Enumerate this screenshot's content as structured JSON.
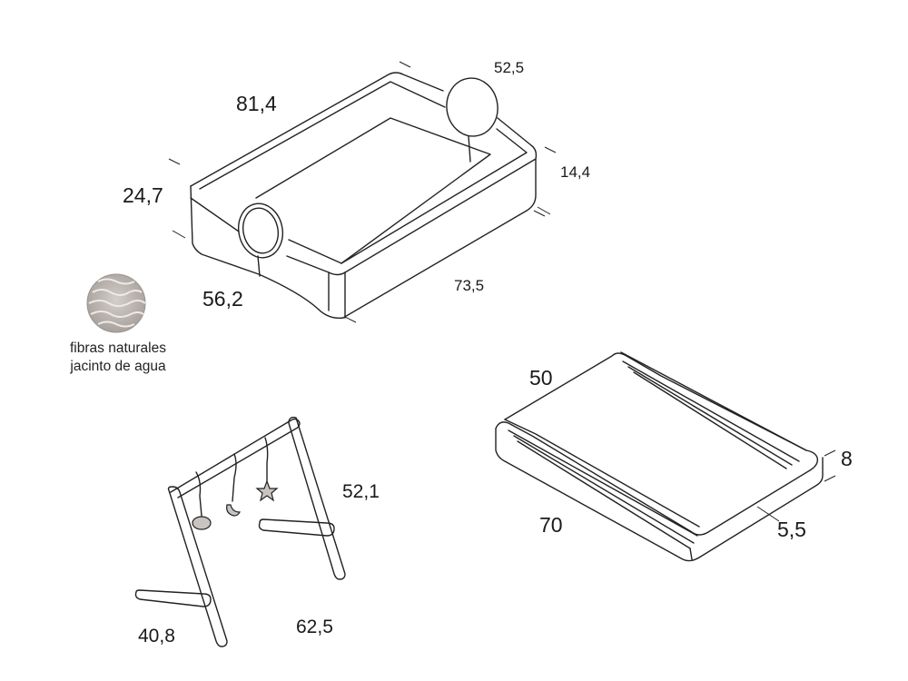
{
  "basket": {
    "dims": {
      "length": "81,4",
      "handle_span": "52,5",
      "height": "24,7",
      "inner_height": "14,4",
      "width": "56,2",
      "inner_length": "73,5"
    },
    "material_lines": [
      "fibras naturales",
      "jacinto de agua"
    ]
  },
  "changing_pad": {
    "dims": {
      "width": "50",
      "height": "8",
      "length": "70",
      "edge": "5,5"
    }
  },
  "play_gym": {
    "dims": {
      "height": "52,1",
      "depth": "40,8",
      "width": "62,5"
    }
  }
}
